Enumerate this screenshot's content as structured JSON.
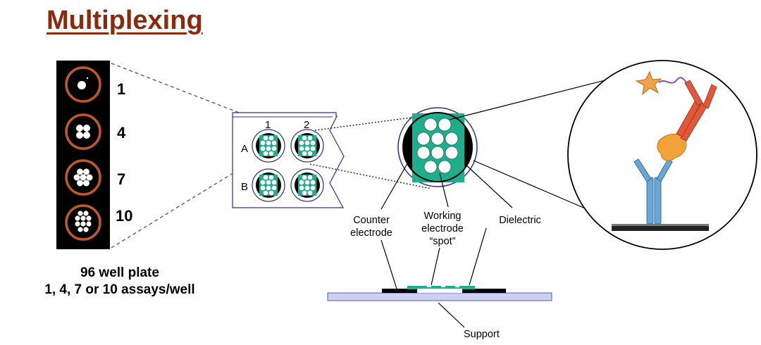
{
  "title": "Multiplexing",
  "plate": {
    "spot_counts": [
      "1",
      "4",
      "7",
      "10"
    ],
    "caption_line1": "96 well plate",
    "caption_line2": "1, 4, 7 or 10 assays/well"
  },
  "wells": {
    "columns": [
      "1",
      "2"
    ],
    "rows": [
      "A",
      "B"
    ]
  },
  "labels": {
    "counter_electrode_line1": "Counter",
    "counter_electrode_line2": "electrode",
    "working_electrode_line1": "Working",
    "working_electrode_line2": "electrode",
    "working_electrode_line3": "“spot”",
    "dielectric": "Dielectric",
    "support": "Support"
  },
  "colors": {
    "title": "#8b2a0c",
    "well_ring": "#c0582a",
    "electrode_green": "#1fae8c",
    "outline_blue": "#2b2f8c",
    "support_fill": "#cdd0ef",
    "antibody_blue": "#6aa6d6",
    "antibody_red": "#e2583a",
    "antigen_orange": "#f3a23a"
  }
}
